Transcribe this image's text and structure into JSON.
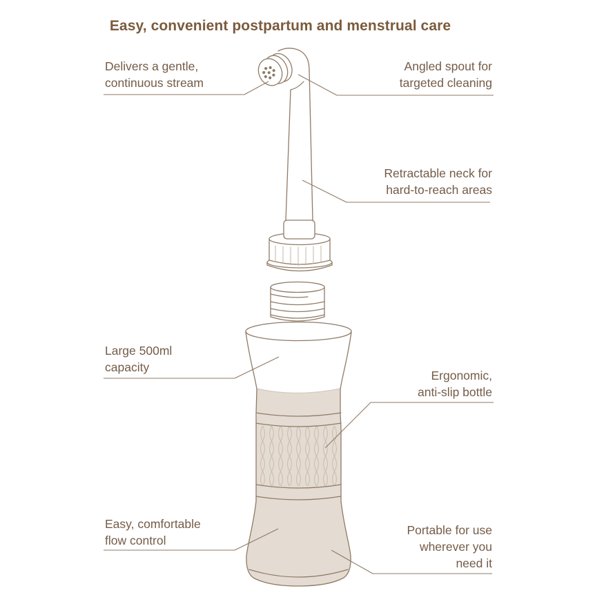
{
  "title": "Easy, convenient postpartum and menstrual care",
  "callouts": {
    "stream": "Delivers a gentle,\ncontinuous stream",
    "spout": "Angled spout for\ntargeted cleaning",
    "neck": "Retractable neck for\nhard-to-reach areas",
    "capacity": "Large 500ml\ncapacity",
    "grip": "Ergonomic,\nanti-slip bottle",
    "flow": "Easy, comfortable\nflow control",
    "portable": "Portable for use\nwherever you\nneed it"
  },
  "colors": {
    "title_text": "#7b5a3c",
    "label_text": "#745c48",
    "line": "#8f7a66",
    "bottle_fill": "#e4dcd2",
    "grip_pattern": "#c9bbad",
    "background": "#ffffff"
  },
  "illustration": {
    "parts": [
      "spray-head",
      "angled-neck-tube",
      "screw-cap",
      "bottle-neck-threads",
      "bottle-body",
      "anti-slip-grip-texture"
    ]
  }
}
